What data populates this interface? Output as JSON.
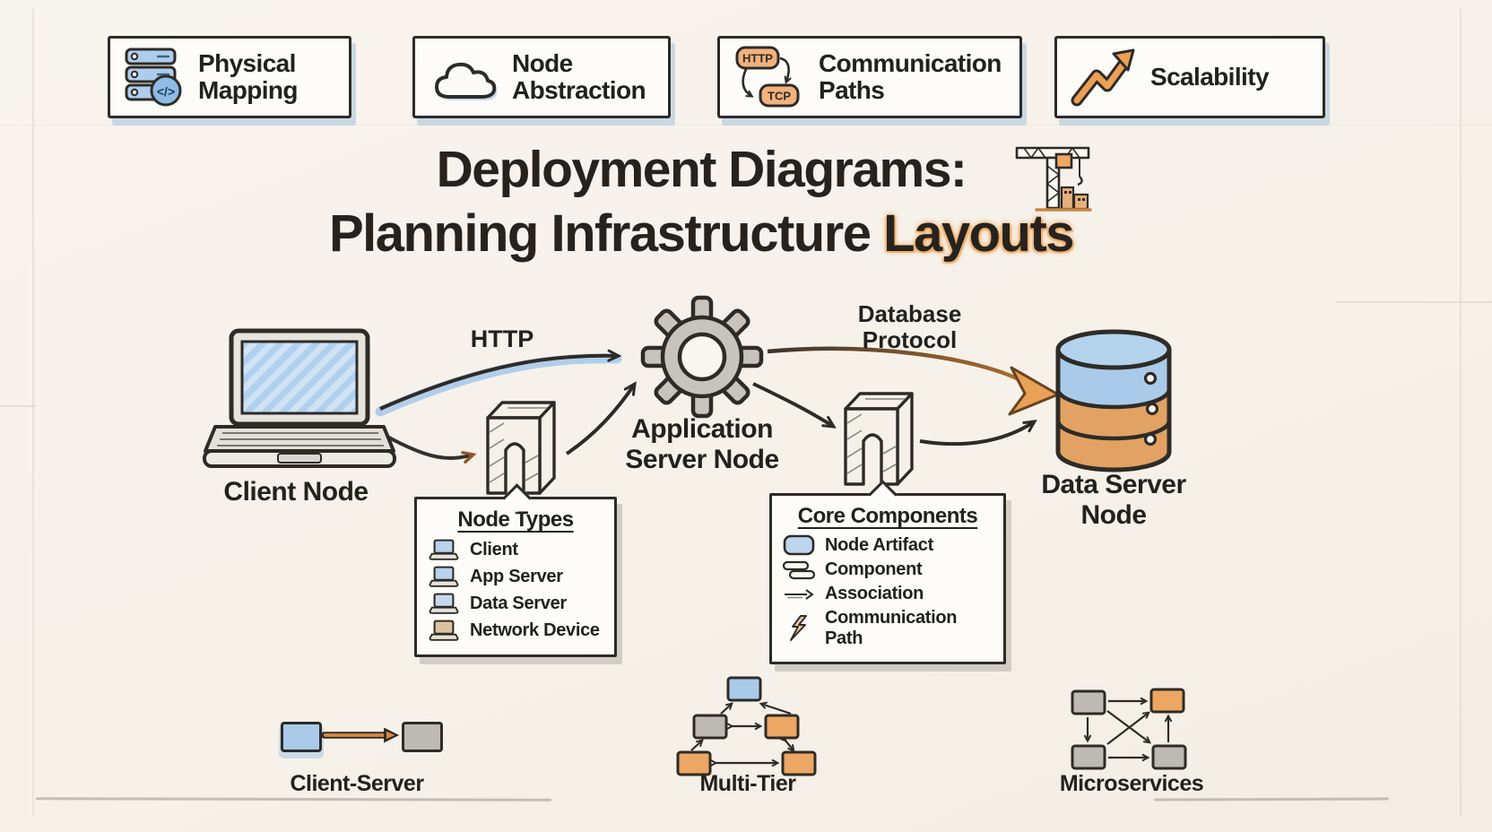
{
  "title": {
    "line1": "Deployment Diagrams:",
    "line2_prefix": "Planning Infrastructure ",
    "line2_highlight": "Layouts"
  },
  "badges": [
    {
      "label": "Physical Mapping",
      "icon": "server-stack-icon"
    },
    {
      "label": "Node Abstraction",
      "icon": "cloud-icon"
    },
    {
      "label": "Communication Paths",
      "icon": "http-tcp-cycle-icon",
      "tags": [
        "HTTP",
        "TCP"
      ]
    },
    {
      "label": "Scalability",
      "icon": "growth-arrow-icon"
    }
  ],
  "icons": {
    "code_glyph": "</>",
    "title_icon": "construction-crane-icon",
    "client_icon": "laptop-icon",
    "app_server_icon": "gear-icon",
    "data_server_icon": "database-cylinder-icon",
    "artifact_icon": "arch-artifact-icon"
  },
  "diagram": {
    "client_node": {
      "label": "Client Node"
    },
    "app_server_node": {
      "label_line1": "Application",
      "label_line2": "Server Node"
    },
    "data_server_node": {
      "label_line1": "Data Server",
      "label_line2": "Node"
    },
    "edges": {
      "http_label": "HTTP",
      "db_protocol_line1": "Database",
      "db_protocol_line2": "Protocol"
    }
  },
  "node_types": {
    "title": "Node Types",
    "items": [
      {
        "label": "Client",
        "icon": "mini-laptop-icon",
        "color": "#b8d3ec"
      },
      {
        "label": "App Server",
        "icon": "mini-laptop-icon",
        "color": "#b8d3ec"
      },
      {
        "label": "Data Server",
        "icon": "mini-laptop-icon",
        "color": "#c4d9ee"
      },
      {
        "label": "Network Device",
        "icon": "mini-laptop-icon",
        "color": "#dcc2a0"
      }
    ]
  },
  "core_components": {
    "title": "Core Components",
    "items": [
      {
        "label": "Node Artifact",
        "icon": "node-artifact-icon"
      },
      {
        "label": "Component",
        "icon": "component-icon"
      },
      {
        "label": "Association",
        "icon": "association-arrow-icon"
      },
      {
        "label": "Communication Path",
        "icon": "lightning-bolt-icon"
      }
    ]
  },
  "patterns": [
    {
      "label": "Client-Server"
    },
    {
      "label": "Multi-Tier"
    },
    {
      "label": "Microservices"
    }
  ],
  "colors": {
    "paper": "#f6f2ea",
    "ink": "#2e2b27",
    "blue": "#a9cbe9",
    "light_blue": "#c9def2",
    "orange": "#e8a157",
    "dark_orange": "#c87f3a",
    "gray": "#c3c0ba"
  }
}
